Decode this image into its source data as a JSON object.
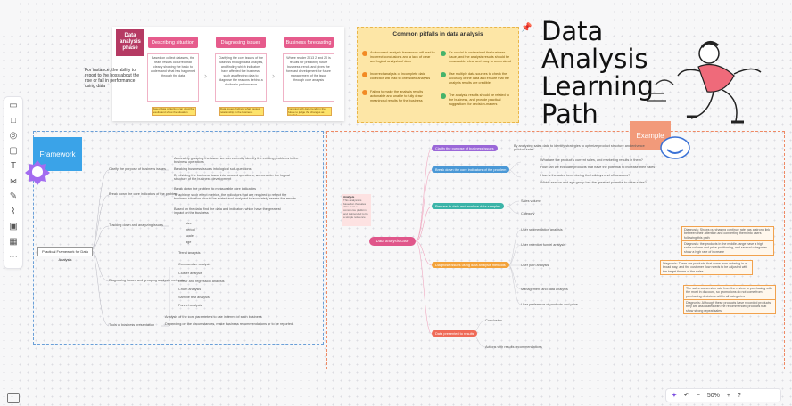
{
  "header": {
    "phase_label": "Data analysis phase",
    "phase_description": "For instance, the ability to report to the boss about the rise or fall in performance using data",
    "stages": [
      {
        "title": "Describing situation",
        "body": "Based on collect datasets, the team results occurred that clearly showing the basic to understand what has happened through the data"
      },
      {
        "title": "Diagnosing issues",
        "body": "Clarifying the core issues of the business through data analysis, and finding which indicators have affected the business, such as affecting data to diagnose the reasons behind a decline in performance"
      },
      {
        "title": "Business forecasting",
        "body": "Where reader 2013 2 and 20 is results for predicting future business trends and gives the forecast development for future management of the issue through core analysis"
      }
    ],
    "stage_notes": [
      "Based data collection can describe results and show the situation",
      "Data issues findings what causes relationship in the business",
      "Forecast with data trends in the future to judge the changes as needed"
    ]
  },
  "pitfalls": {
    "title": "Common pitfalls in data analysis",
    "left": [
      "An incorrect analysis framework will lead to incorrect conclusions and a lack of clear and logical analysis of data",
      "Incorrect analysis or incomplete data collection will lead to one-sided analysis",
      "Failing to make the analysis results actionable and unable to fully draw meaningful results for the business"
    ],
    "right": [
      "It's crucial to understand the business issue, and the analysis results should be reasonable, clear and easy to understand",
      "Use multiple data sources to check the accuracy of the data and ensure that the analysis results are credible",
      "The analysis results should be related to the business, and provide practical suggestions for decision-makers"
    ]
  },
  "title": "Data Analysis Learning Path",
  "framework": {
    "label": "Framework",
    "root": "Practical Framework for Data Analysis",
    "sections": [
      {
        "name": "Clarify the purpose of business issues",
        "items": [
          "Accurately grasping the issue, we can correctly identify the existing problems in the business operations",
          "Breaking business issues into logical sub-questions",
          "By dividing the business issue into focused questions, we consider the logical structure of the business development"
        ]
      },
      {
        "name": "Break down the core indicators of the problem",
        "items": [
          "Break down the problem to measurable core indicators",
          "To achieve such effect metrics, the indicators that are required to reflect the business situation should be sorted and analyzed to accurately assess the results"
        ]
      },
      {
        "name": "Tracking down and analyzing issues",
        "items": [
          "Based on the data, find the data and indicators which have the greatest impact on the business",
          "size",
          "period",
          "scale",
          "age"
        ]
      },
      {
        "name": "Diagnosing issues and grouping analysis methods",
        "items": [
          "Trend analysis",
          "Comparative analysis",
          "Cluster analysis",
          "Linear and regression analysis",
          "Churn analysis",
          "Sample test analysis",
          "Funnel analysis"
        ]
      },
      {
        "name": "Tools of business presentation",
        "items": [
          "Analysis of the core parameters to use in terms of such business",
          "Depending on the circumstances, make business recommendations or to be reported"
        ]
      }
    ]
  },
  "example": {
    "label": "Example",
    "root": "Data analysis case",
    "note_title": "Analysis",
    "note_body": "This analysis is based on the sales data of an e-commerce platform and is intended to be a simple reference",
    "categories": [
      {
        "name": "Clarify the purpose of business issues",
        "detail": "By analyzing sales data to identify strategies to optimize product structure and enhance product sales"
      },
      {
        "name": "Break down the core indicators of the problem",
        "items": [
          "What are the product's current sales, and marketing results in them?",
          "How can we evaluate products that have the potential to increase their sales?",
          "How is the sales trend during the holidays and off seasons?",
          "Which season and age group has the greatest potential to drive sales?"
        ]
      },
      {
        "name": "Prepare to data and analyze data samples",
        "items": [
          "Sales volume",
          "Category"
        ]
      },
      {
        "name": "Diagnose issues using data analysis methods",
        "items": [
          "User segmentation analysis",
          "User retention funnel analysis",
          "User path analysis",
          "Management and data analysis",
          "User preference of products and price"
        ]
      },
      {
        "name": "Data presented to results",
        "items": [
          "Conclusion",
          "Actions with results recommendations"
        ]
      }
    ],
    "findings": [
      "Diagnosis: Shows purchasing continue rate has a strong link between their attention and converting them into users following this path",
      "Diagnosis: the products in the middle-range have a high sales volume and price positioning, and several categories show a high rate of increase",
      "Diagnosis: There are products that come from ordering in a broad way, and the customer flow needs to be adjusted with the target theme of the sales",
      "The sales conversion rate from the review to purchasing with the most in discount, so promotions do not come from purchasing decisions within all categories",
      "Diagnosis: Although these products have recorded products, they are associated with the recommended products that show strong repeat sales"
    ]
  },
  "bottombar": {
    "zoom": "50%"
  },
  "colors": {
    "accent_pink": "#e65b8c",
    "framework_blue": "#3aa3e8",
    "example_orange": "#f29a7a",
    "pitfall_yellow": "#fde6a6"
  }
}
